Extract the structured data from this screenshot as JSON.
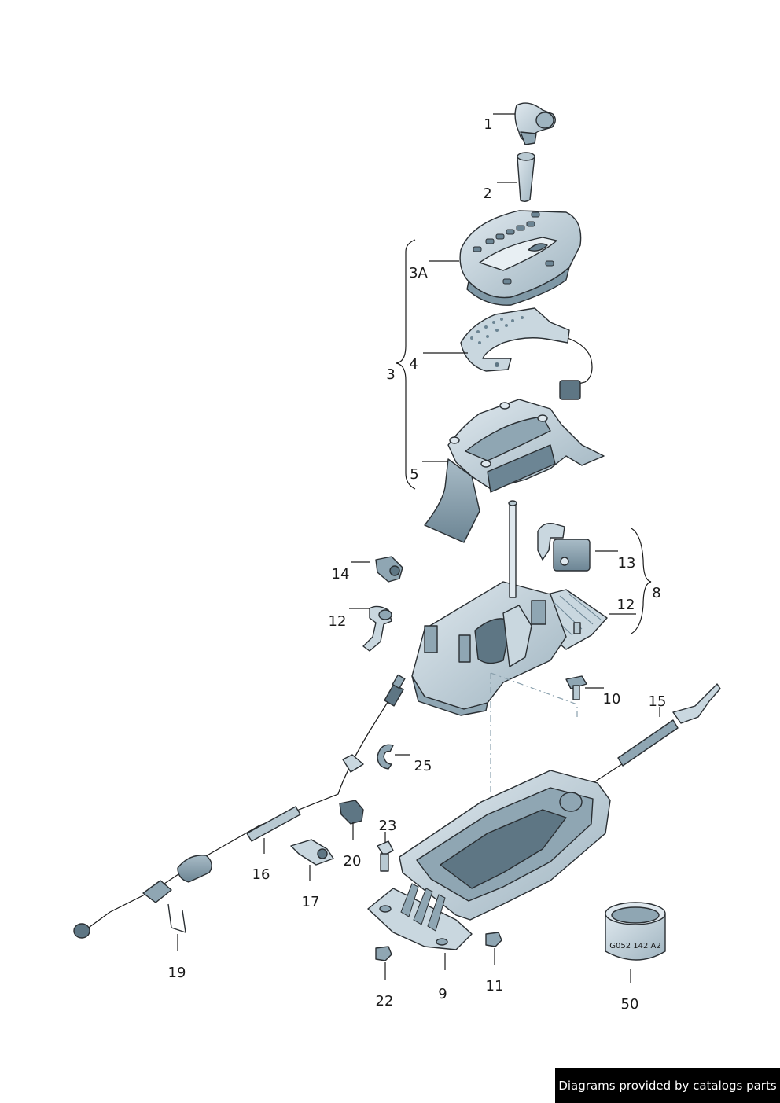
{
  "diagram": {
    "callouts": [
      "1",
      "2",
      "3A",
      "4",
      "3",
      "5",
      "13",
      "8",
      "12",
      "14",
      "12",
      "10",
      "15",
      "25",
      "23",
      "20",
      "16",
      "17",
      "19",
      "9",
      "11",
      "22",
      "50"
    ],
    "part50_marking": "G052 142 A2",
    "colors": {
      "part_fill": "#c9d7df",
      "part_shadow": "#8fa6b3",
      "part_dark": "#5e7684",
      "line": "#1a1a1a"
    }
  },
  "footer": {
    "text": "Diagrams provided by catalogs parts"
  }
}
